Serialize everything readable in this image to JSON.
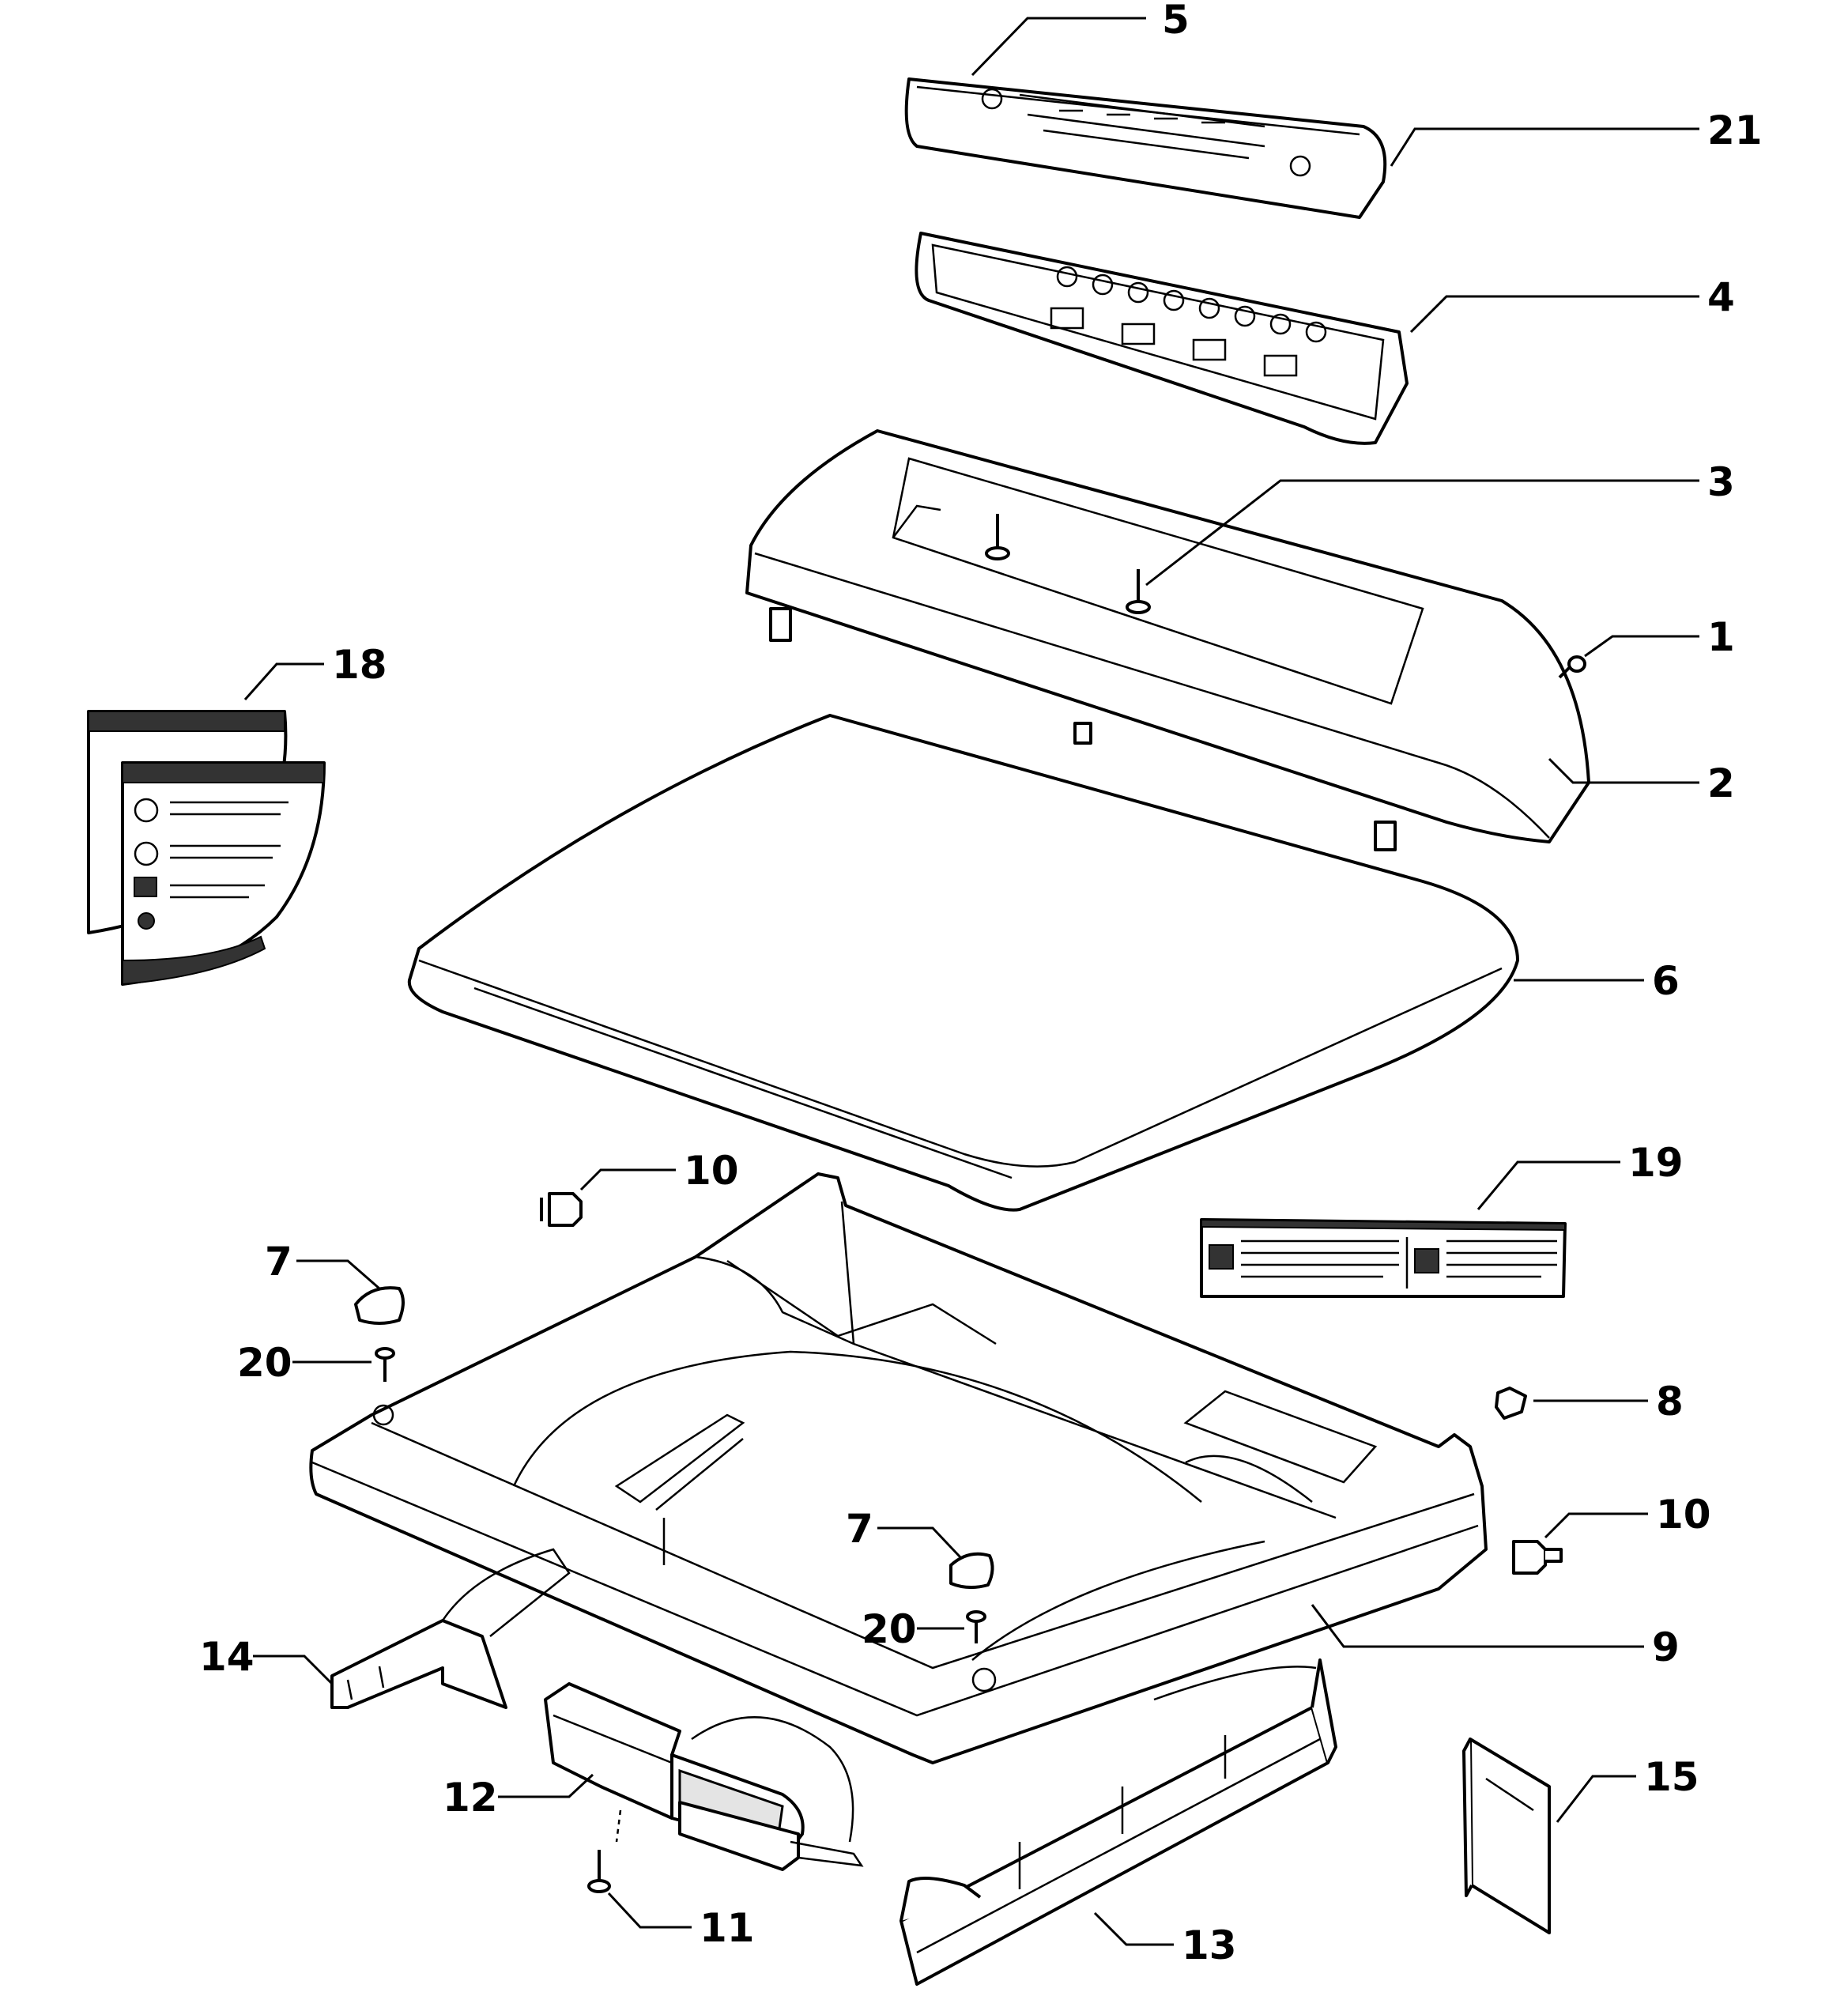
{
  "diagram": {
    "background": "#ffffff",
    "ink": "#000000",
    "callouts": [
      {
        "id": "c5",
        "label": "5"
      },
      {
        "id": "c21",
        "label": "21"
      },
      {
        "id": "c4",
        "label": "4"
      },
      {
        "id": "c3",
        "label": "3"
      },
      {
        "id": "c1",
        "label": "1"
      },
      {
        "id": "c2",
        "label": "2"
      },
      {
        "id": "c18",
        "label": "18"
      },
      {
        "id": "c6",
        "label": "6"
      },
      {
        "id": "c10a",
        "label": "10"
      },
      {
        "id": "c19",
        "label": "19"
      },
      {
        "id": "c7a",
        "label": "7"
      },
      {
        "id": "c20a",
        "label": "20"
      },
      {
        "id": "c8",
        "label": "8"
      },
      {
        "id": "c7b",
        "label": "7"
      },
      {
        "id": "c10b",
        "label": "10"
      },
      {
        "id": "c20b",
        "label": "20"
      },
      {
        "id": "c9",
        "label": "9"
      },
      {
        "id": "c14",
        "label": "14"
      },
      {
        "id": "c12",
        "label": "12"
      },
      {
        "id": "c15",
        "label": "15"
      },
      {
        "id": "c11",
        "label": "11"
      },
      {
        "id": "c13",
        "label": "13"
      }
    ]
  }
}
